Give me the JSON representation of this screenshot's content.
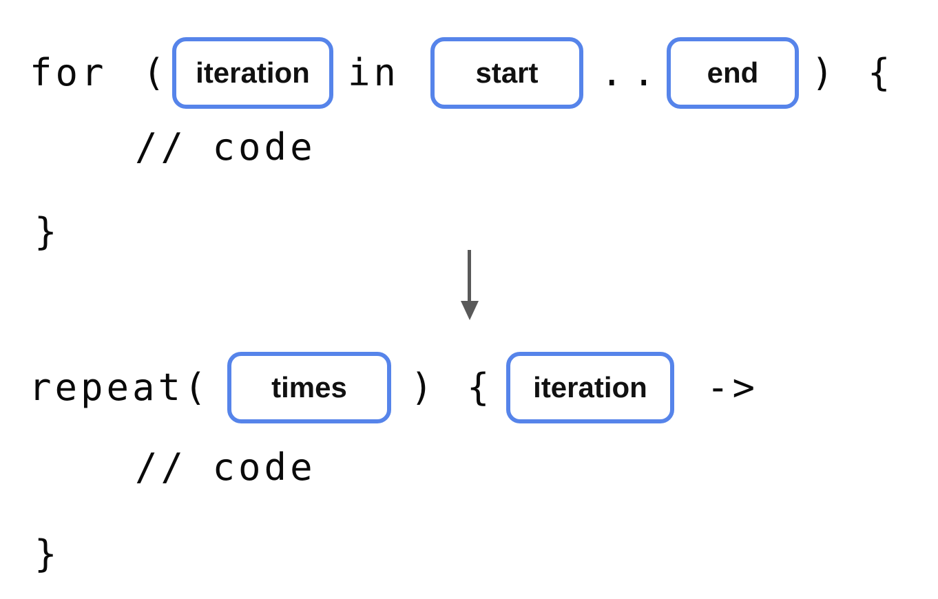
{
  "colors": {
    "slot_border": "#5684ea",
    "code_text": "#0a0a0a",
    "arrow": "#595959",
    "background": "#ffffff"
  },
  "for_block": {
    "keyword": "for",
    "open_paren": "(",
    "iteration_slot": "iteration",
    "in_keyword": "in",
    "start_slot": "start",
    "range_operator": "..",
    "end_slot": "end",
    "close_paren": ")",
    "open_brace": "{",
    "comment": "// code",
    "close_brace": "}"
  },
  "arrow": {
    "icon": "down-arrow"
  },
  "repeat_block": {
    "call": "repeat(",
    "times_slot": "times",
    "close_paren": ")",
    "open_brace": "{",
    "iteration_slot": "iteration",
    "lambda_arrow": "->",
    "comment": "// code",
    "close_brace": "}"
  }
}
